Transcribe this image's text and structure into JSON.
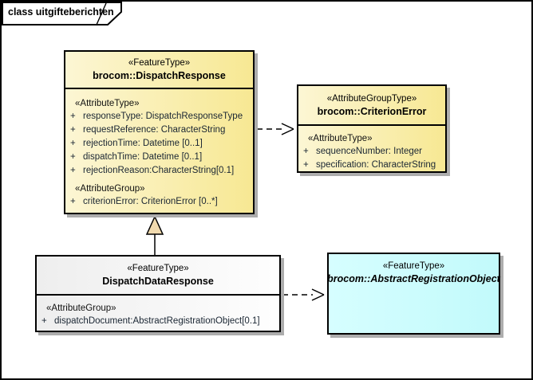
{
  "frame": {
    "tab_label": "class uitgifteberichten"
  },
  "boxes": {
    "dispatchResponse": {
      "stereotype": "«FeatureType»",
      "name": "brocom::DispatchResponse",
      "sections": [
        {
          "label": "«AttributeType»",
          "attrs": [
            {
              "vis": "+",
              "text": "responseType: DispatchResponseType"
            },
            {
              "vis": "+",
              "text": "requestReference: CharacterString"
            },
            {
              "vis": "+",
              "text": "rejectionTime: Datetime [0..1]"
            },
            {
              "vis": "+",
              "text": "dispatchTime: Datetime [0..1]"
            },
            {
              "vis": "+",
              "text": "rejectionReason:CharacterString[0.1]"
            }
          ]
        },
        {
          "label": "«AttributeGroup»",
          "attrs": [
            {
              "vis": "+",
              "text": "criterionError: CriterionError [0..*]"
            }
          ]
        }
      ]
    },
    "criterionError": {
      "stereotype": "«AttributeGroupType»",
      "name": "brocom::CriterionError",
      "sections": [
        {
          "label": "«AttributeType»",
          "attrs": [
            {
              "vis": "+",
              "text": "sequenceNumber: Integer"
            },
            {
              "vis": "+",
              "text": "specification: CharacterString"
            }
          ]
        }
      ]
    },
    "dispatchDataResponse": {
      "stereotype": "«FeatureType»",
      "name": "DispatchDataResponse",
      "sections": [
        {
          "label": "«AttributeGroup»",
          "attrs": [
            {
              "vis": "+",
              "text": "dispatchDocument:AbstractRegistrationObject[0.1]"
            }
          ]
        }
      ]
    },
    "abstractRegistrationObject": {
      "stereotype": "«FeatureType»",
      "name": "brocom::AbstractRegistrationObject"
    }
  },
  "relationships": [
    {
      "type": "dependency",
      "from": "brocom::DispatchResponse",
      "to": "brocom::CriterionError",
      "line": "dashed-open-arrow"
    },
    {
      "type": "generalization",
      "from": "DispatchDataResponse",
      "to": "brocom::DispatchResponse",
      "line": "solid-triangle"
    },
    {
      "type": "dependency",
      "from": "DispatchDataResponse",
      "to": "brocom::AbstractRegistrationObject",
      "line": "dashed-open-arrow"
    }
  ],
  "colors": {
    "box_yellow_left": "#fcf6d4",
    "box_yellow_right": "#f7e893",
    "box_gray_left": "#eeeeee",
    "box_gray_right": "#fefefe",
    "box_cyan_left": "#d6feff",
    "box_cyan_right": "#c2fafb",
    "shadow": "#adadad",
    "triangle_fill": "#f1daae",
    "line_color": "#000000",
    "attribute_text": "#1a2633"
  }
}
